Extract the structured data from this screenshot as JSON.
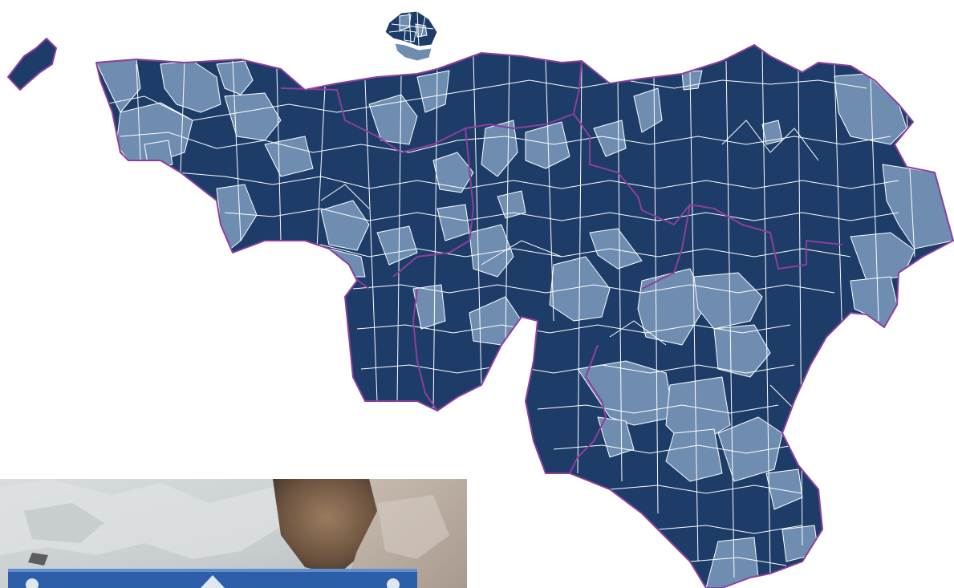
{
  "map": {
    "colors": {
      "dark": "#1d3c68",
      "light": "#6e8db0",
      "province_border": "#8e3f9c",
      "municipal_border": "#ffffff",
      "background": "#ffffff"
    },
    "legend": [],
    "regions": [
      "brussels-capital-region-outline",
      "comines-warneton-exclave",
      "wallonia-municipalities"
    ]
  },
  "photo": {
    "subject": "rock-photo-with-blue-sign",
    "colors": {
      "rock_left": "#cfd3d5",
      "rock_mid": "#7a5f45",
      "rock_right": "#b9aba0",
      "sign": "#2d5fa8"
    }
  }
}
